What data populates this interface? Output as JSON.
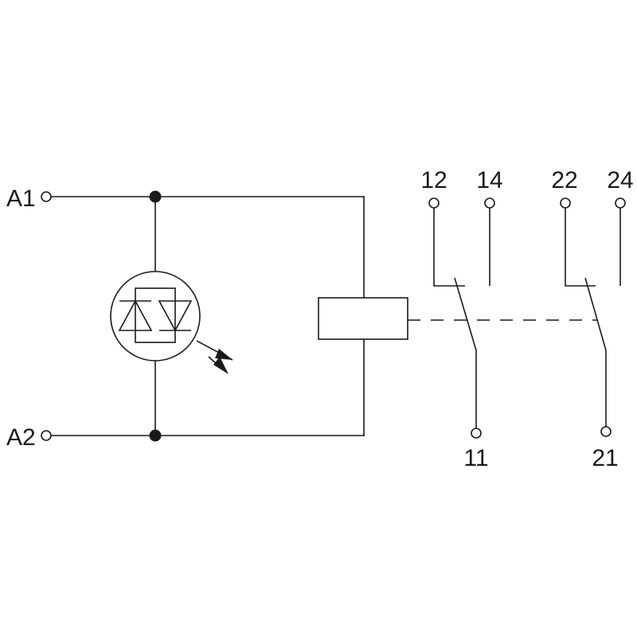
{
  "terminals": {
    "coil": {
      "a1": "A1",
      "a2": "A2"
    },
    "contact_set_1": {
      "nc": "12",
      "no": "14",
      "common": "11"
    },
    "contact_set_2": {
      "nc": "22",
      "no": "24",
      "common": "21"
    }
  },
  "components": {
    "indicator": "led-indicator-icon",
    "coil": "relay-coil",
    "contacts": [
      "changeover-contact-1",
      "changeover-contact-2"
    ],
    "linkage": "mechanical-linkage"
  },
  "colors": {
    "line": "#1a1a1a",
    "background": "#ffffff"
  }
}
